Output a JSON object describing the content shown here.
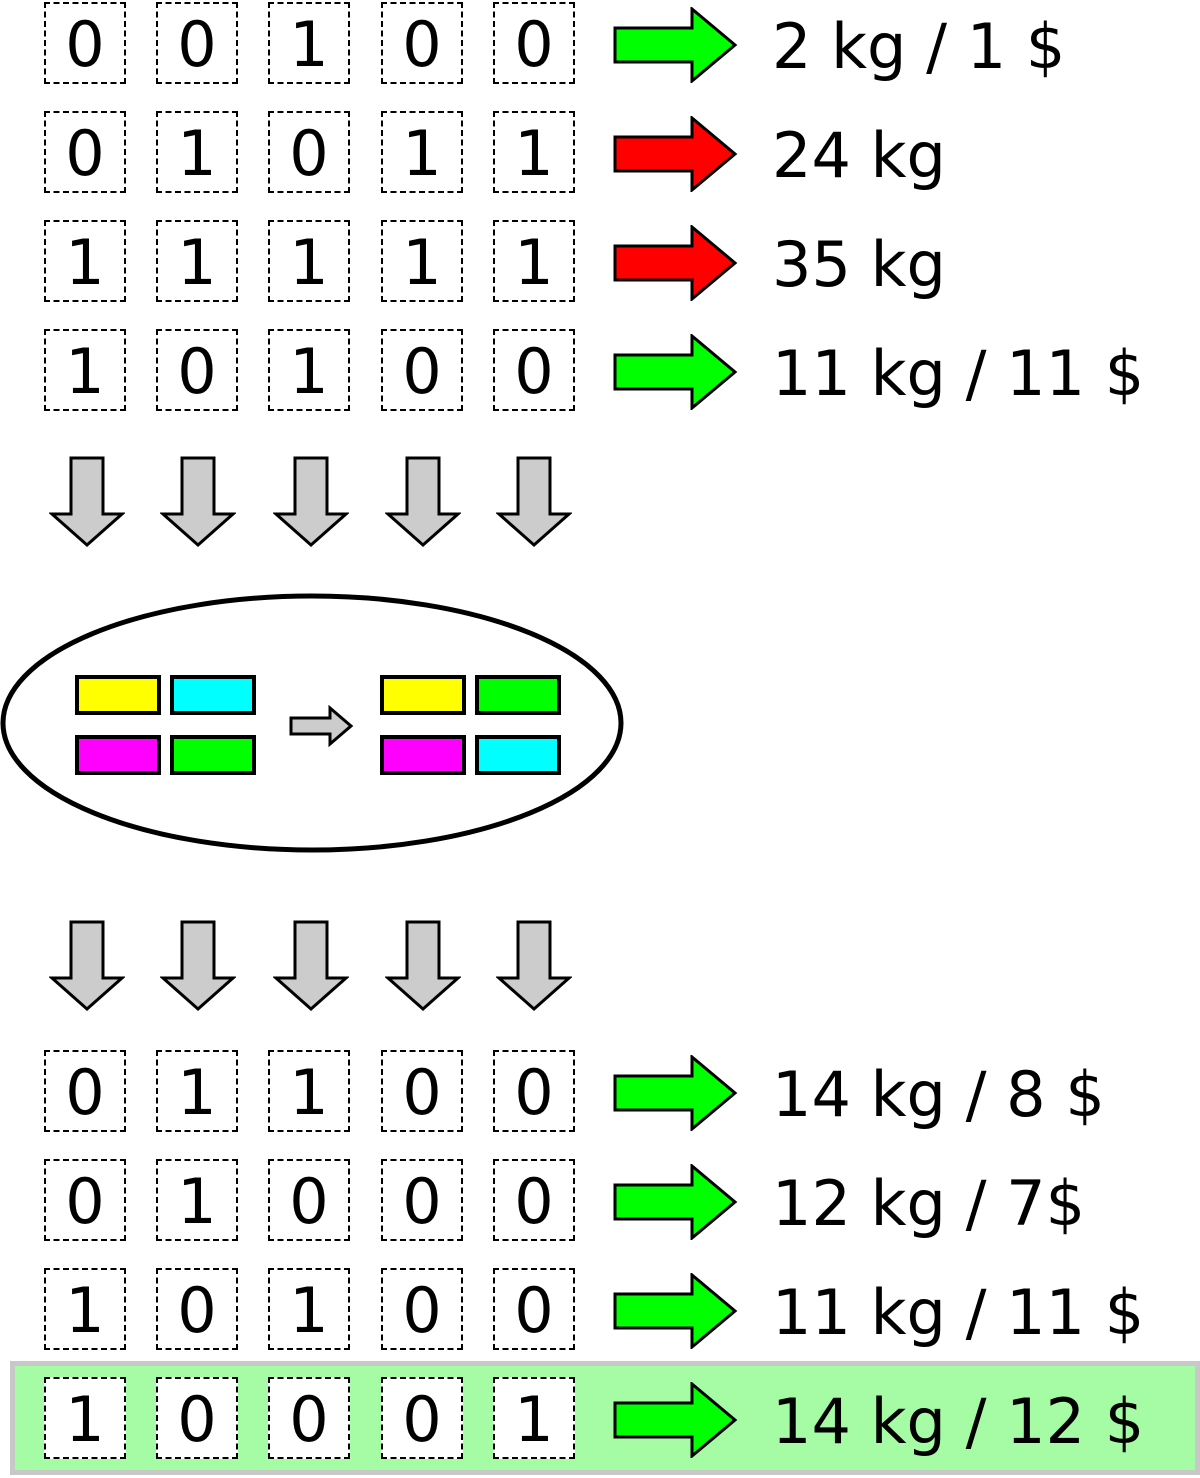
{
  "colors": {
    "fit": "#00ff00",
    "unfit": "#ff0000",
    "neutral_arrow": "#cccccc",
    "best_highlight": "#a5fca5",
    "gene_yellow": "#ffff00",
    "gene_cyan": "#00ffff",
    "gene_magenta": "#ff00ff",
    "gene_green": "#00ff00"
  },
  "population_before": [
    {
      "bits": [
        "0",
        "0",
        "1",
        "0",
        "0"
      ],
      "status": "fit",
      "label": "2 kg / 1 $"
    },
    {
      "bits": [
        "0",
        "1",
        "0",
        "1",
        "1"
      ],
      "status": "unfit",
      "label": "24 kg"
    },
    {
      "bits": [
        "1",
        "1",
        "1",
        "1",
        "1"
      ],
      "status": "unfit",
      "label": "35 kg"
    },
    {
      "bits": [
        "1",
        "0",
        "1",
        "0",
        "0"
      ],
      "status": "fit",
      "label": "11 kg / 11 $"
    }
  ],
  "crossover": {
    "before": {
      "top": [
        "gene_yellow",
        "gene_cyan"
      ],
      "bottom": [
        "gene_magenta",
        "gene_green"
      ]
    },
    "after": {
      "top": [
        "gene_yellow",
        "gene_green"
      ],
      "bottom": [
        "gene_magenta",
        "gene_cyan"
      ]
    }
  },
  "population_after": [
    {
      "bits": [
        "0",
        "1",
        "1",
        "0",
        "0"
      ],
      "status": "fit",
      "label": "14 kg / 8 $"
    },
    {
      "bits": [
        "0",
        "1",
        "0",
        "0",
        "0"
      ],
      "status": "fit",
      "label": "12 kg / 7$"
    },
    {
      "bits": [
        "1",
        "0",
        "1",
        "0",
        "0"
      ],
      "status": "fit",
      "label": "11 kg / 11 $"
    },
    {
      "bits": [
        "1",
        "0",
        "0",
        "0",
        "1"
      ],
      "status": "fit",
      "label": "14 kg / 12 $",
      "best": true
    }
  ]
}
